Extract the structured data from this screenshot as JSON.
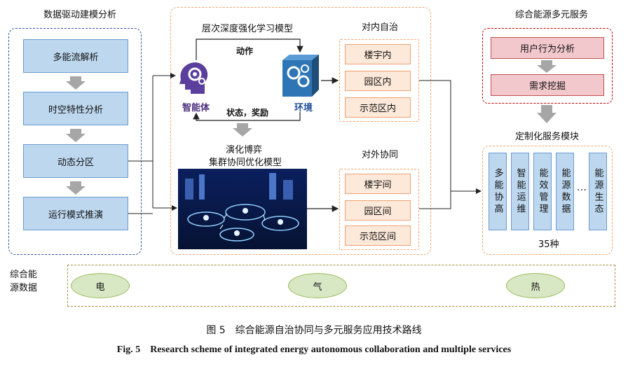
{
  "left_section": {
    "title": "数据驱动建模分析",
    "items": [
      "多能流解析",
      "时空特性分析",
      "动态分区",
      "运行模式推演"
    ]
  },
  "center_section": {
    "drl_title": "层次深度强化学习模型",
    "action_label": "动作",
    "state_reward_label": "状态，奖励",
    "agent_label": "智能体",
    "env_label": "环境",
    "game_title_line1": "演化博弈",
    "game_title_line2": "集群协同优化模型"
  },
  "inner_autonomy": {
    "title": "对内自治",
    "items": [
      "楼宇内",
      "园区内",
      "示范区内"
    ]
  },
  "outer_collab": {
    "title": "对外协同",
    "items": [
      "楼宇间",
      "园区间",
      "示范区间"
    ]
  },
  "right_section": {
    "title": "综合能源多元服务",
    "items": [
      "用户行为分析",
      "需求挖掘"
    ],
    "module_title": "定制化服务模块",
    "services": [
      "多能协高",
      "智能运维",
      "能效管理",
      "能源数据",
      "能源生态"
    ],
    "ellipsis": "…",
    "count": "35种"
  },
  "bottom": {
    "label_line1": "综合能",
    "label_line2": "源数据",
    "energies": [
      "电",
      "气",
      "热"
    ]
  },
  "caption": {
    "cn": "图 5　综合能源自治协同与多元服务应用技术路线",
    "en": "Fig. 5　Research scheme of integrated energy autonomous collaboration and multiple services"
  }
}
